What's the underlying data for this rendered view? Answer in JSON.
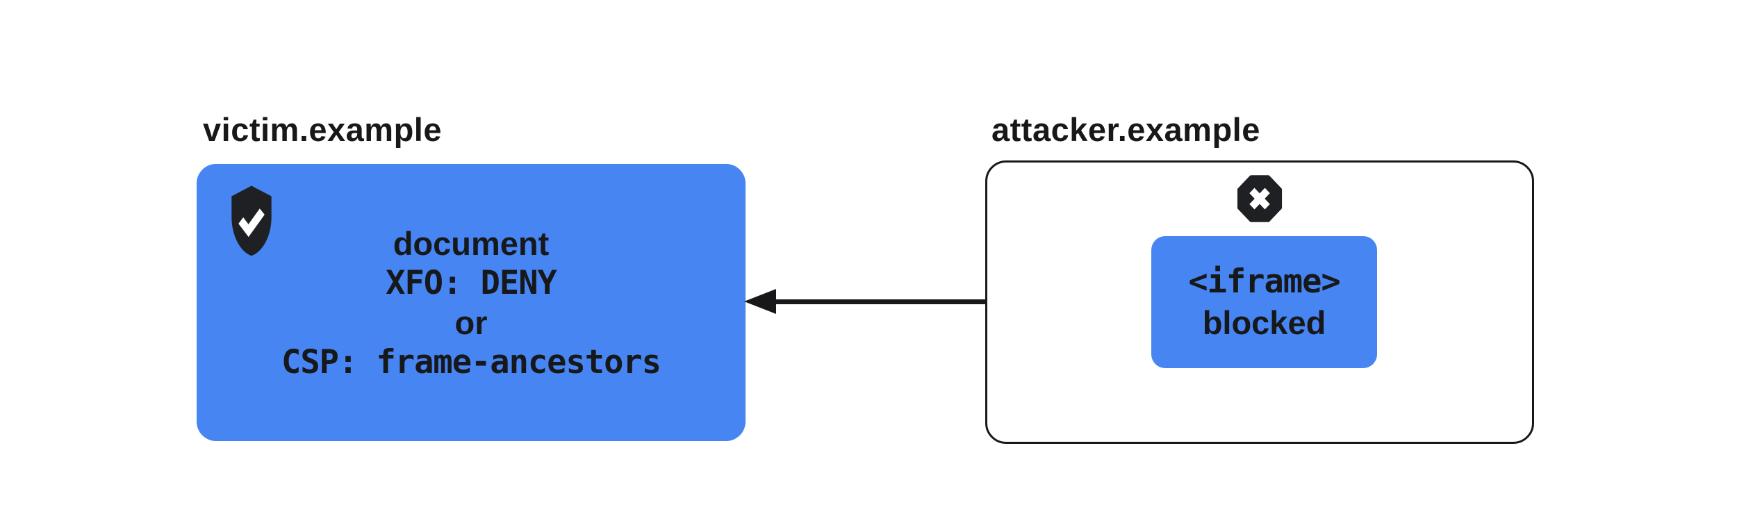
{
  "colors": {
    "blue": "#4685f2",
    "ink": "#17181a",
    "icon": "#1e2023",
    "background": "#ffffff"
  },
  "victim": {
    "label": "victim.example",
    "icon": "shield-check",
    "lines": [
      {
        "text": "document",
        "style": "sans"
      },
      {
        "text": "XFO: DENY",
        "style": "mono"
      },
      {
        "text": "or",
        "style": "sans"
      },
      {
        "text": "CSP: frame-ancestors",
        "style": "mono"
      }
    ]
  },
  "attacker": {
    "label": "attacker.example",
    "icon": "blocked-x-octagon",
    "iframe_box": {
      "lines": [
        {
          "text": "<iframe>",
          "style": "mono"
        },
        {
          "text": "blocked",
          "style": "sans"
        }
      ]
    }
  },
  "arrow": {
    "direction": "left",
    "from": "attacker-iframe",
    "to": "victim-document"
  }
}
